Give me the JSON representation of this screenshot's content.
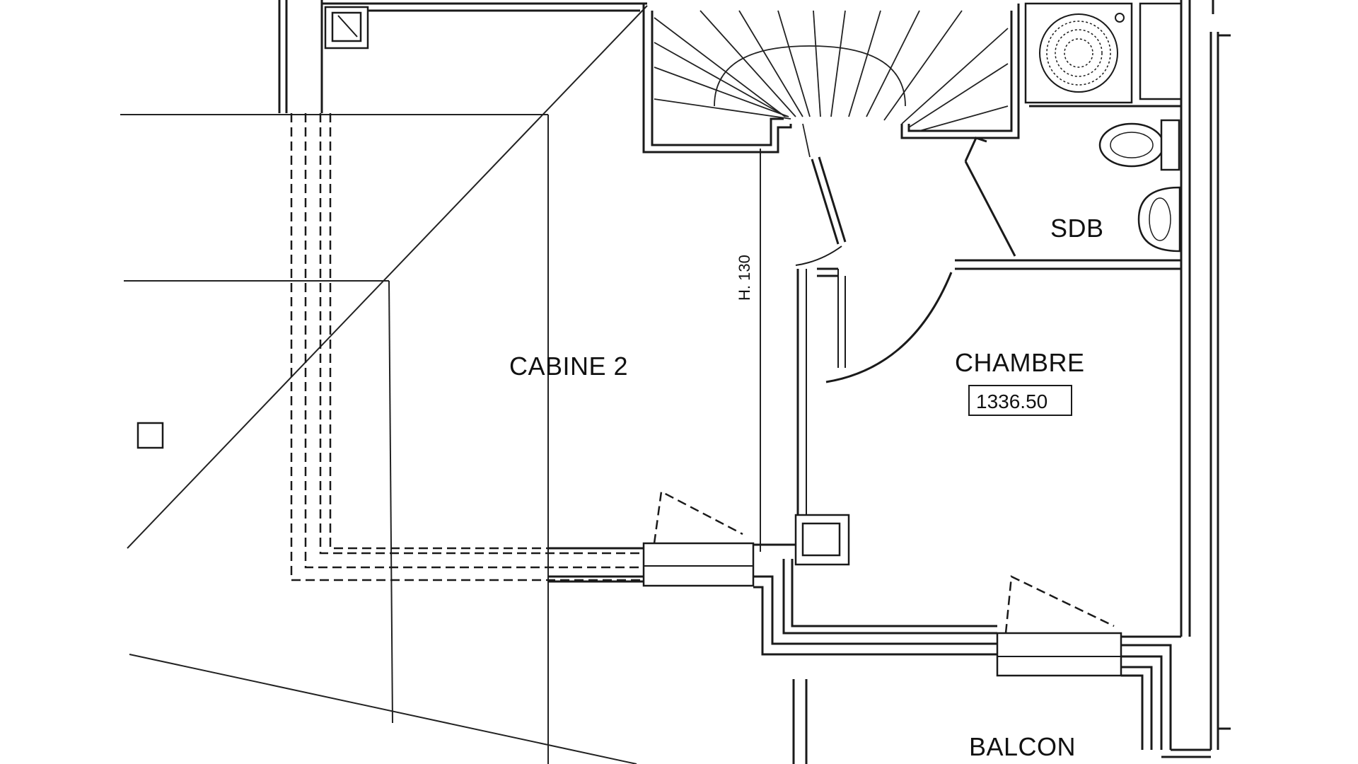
{
  "rooms": {
    "cabine": "CABINE 2",
    "chambre": "CHAMBRE",
    "sdb": "SDB",
    "balcon": "BALCON"
  },
  "chambre_area": "1336.50",
  "ceiling_height": "H. 130"
}
